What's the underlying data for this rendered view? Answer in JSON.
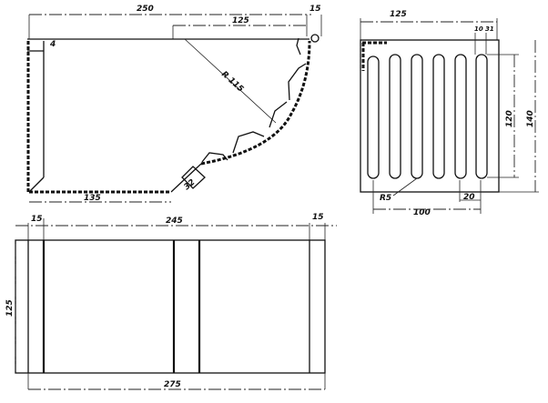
{
  "side_view": {
    "dim_overall_length": "250",
    "dim_arc_offset": "125",
    "dim_flange": "15",
    "dim_radius": "R 115",
    "dim_small": "4",
    "dim_bottom_length": "135",
    "dim_chamfer": "32"
  },
  "end_view": {
    "dim_width": "125",
    "dim_slot_gap": "10",
    "dim_slot_pitch": "31",
    "dim_slot_length": "120",
    "dim_height": "140",
    "dim_slot_radius": "R5",
    "dim_edge": "20",
    "dim_slot_span": "100"
  },
  "plan_view": {
    "dim_left_flange": "15",
    "dim_inner_length": "245",
    "dim_right_flange": "15",
    "dim_depth": "125",
    "dim_total_length": "275"
  }
}
